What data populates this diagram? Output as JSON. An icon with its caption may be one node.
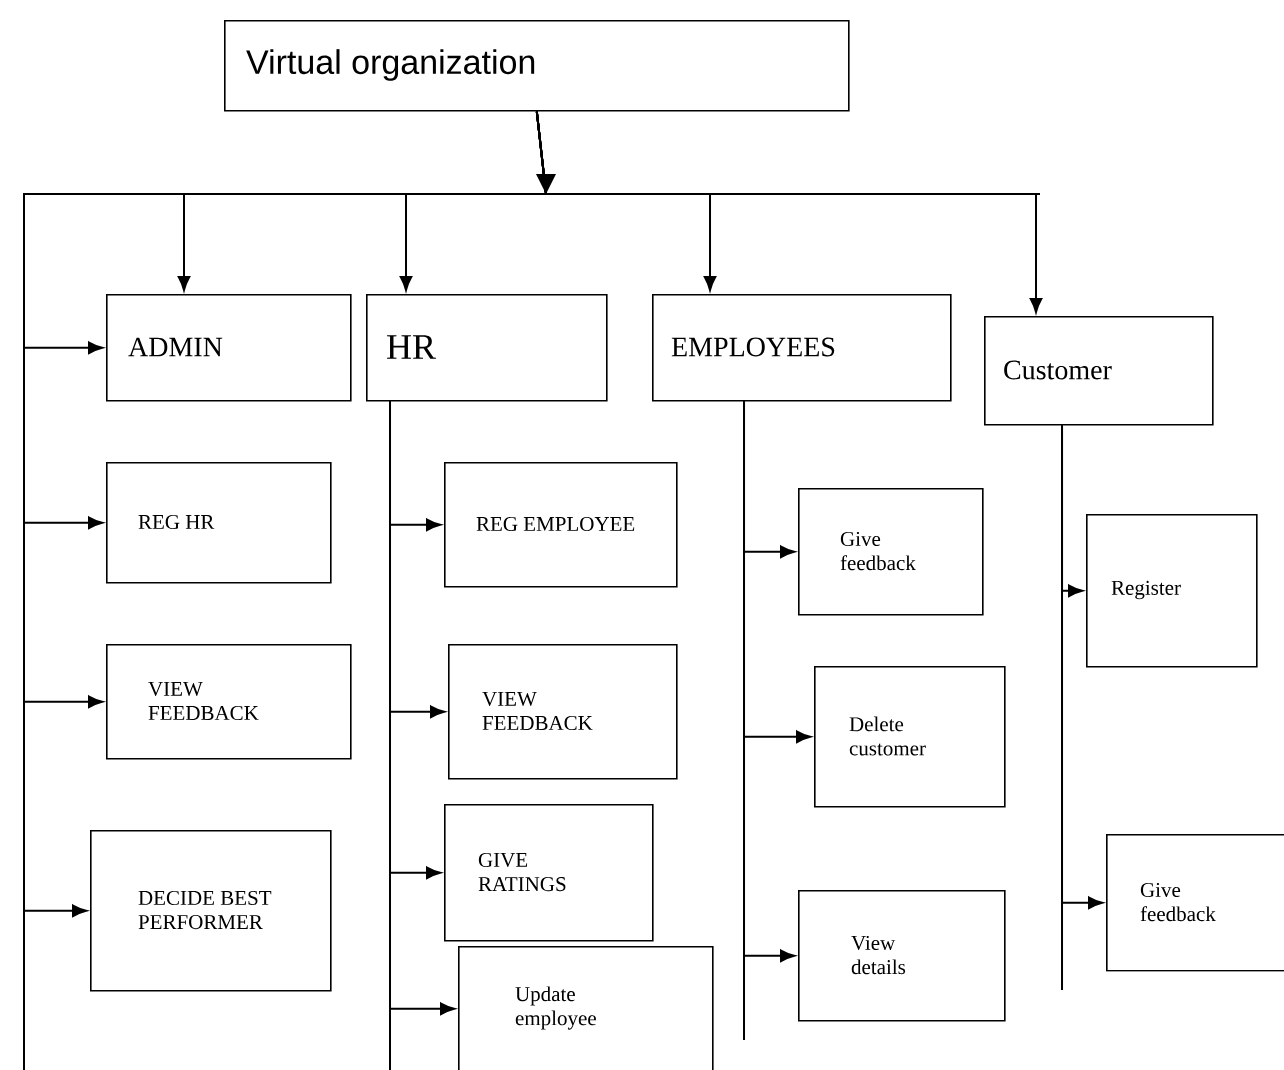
{
  "diagram": {
    "nodes": [
      {
        "text": [
          "Virtual organization"
        ]
      },
      {
        "text": [
          "ADMIN"
        ]
      },
      {
        "text": [
          "HR"
        ]
      },
      {
        "text": [
          "EMPLOYEES"
        ]
      },
      {
        "text": [
          "Customer"
        ]
      },
      {
        "text": [
          "REG HR"
        ]
      },
      {
        "text": [
          "VIEW FEEDBACK"
        ]
      },
      {
        "text": [
          "DECIDE BEST PERFORMER"
        ]
      },
      {
        "text": [
          "REG EMPLOYEE"
        ]
      },
      {
        "text": [
          "VIEW FEEDBACK"
        ]
      },
      {
        "text": [
          "GIVE RATINGS"
        ]
      },
      {
        "text": [
          "Update employee"
        ]
      },
      {
        "text": [
          "Give feedback"
        ]
      },
      {
        "text": [
          "Delete customer"
        ]
      },
      {
        "text": [
          "View details"
        ]
      },
      {
        "text": [
          "Register"
        ]
      },
      {
        "text": [
          "Give feedback"
        ]
      }
    ],
    "edges": [
      {
        "from": 0,
        "to": 1,
        "arrow": "to"
      },
      {
        "from": 0,
        "to": 2,
        "arrow": "to"
      },
      {
        "from": 0,
        "to": 3,
        "arrow": "to"
      },
      {
        "from": 0,
        "to": 4,
        "arrow": "to"
      },
      {
        "from": 0,
        "to": 1,
        "arrow": "to"
      },
      {
        "from": 0,
        "to": 5,
        "arrow": "to"
      },
      {
        "from": 0,
        "to": 6,
        "arrow": "to"
      },
      {
        "from": 0,
        "to": 7,
        "arrow": "to"
      },
      {
        "from": 2,
        "to": 8,
        "arrow": "to"
      },
      {
        "from": 2,
        "to": 9,
        "arrow": "to"
      },
      {
        "from": 2,
        "to": 10,
        "arrow": "to"
      },
      {
        "from": 2,
        "to": 11,
        "arrow": "to"
      },
      {
        "from": 3,
        "to": 12,
        "arrow": "to"
      },
      {
        "from": 3,
        "to": 13,
        "arrow": "to"
      },
      {
        "from": 3,
        "to": 14,
        "arrow": "to"
      },
      {
        "from": 4,
        "to": 15,
        "arrow": "to"
      },
      {
        "from": 4,
        "to": 16,
        "arrow": "to"
      }
    ]
  }
}
